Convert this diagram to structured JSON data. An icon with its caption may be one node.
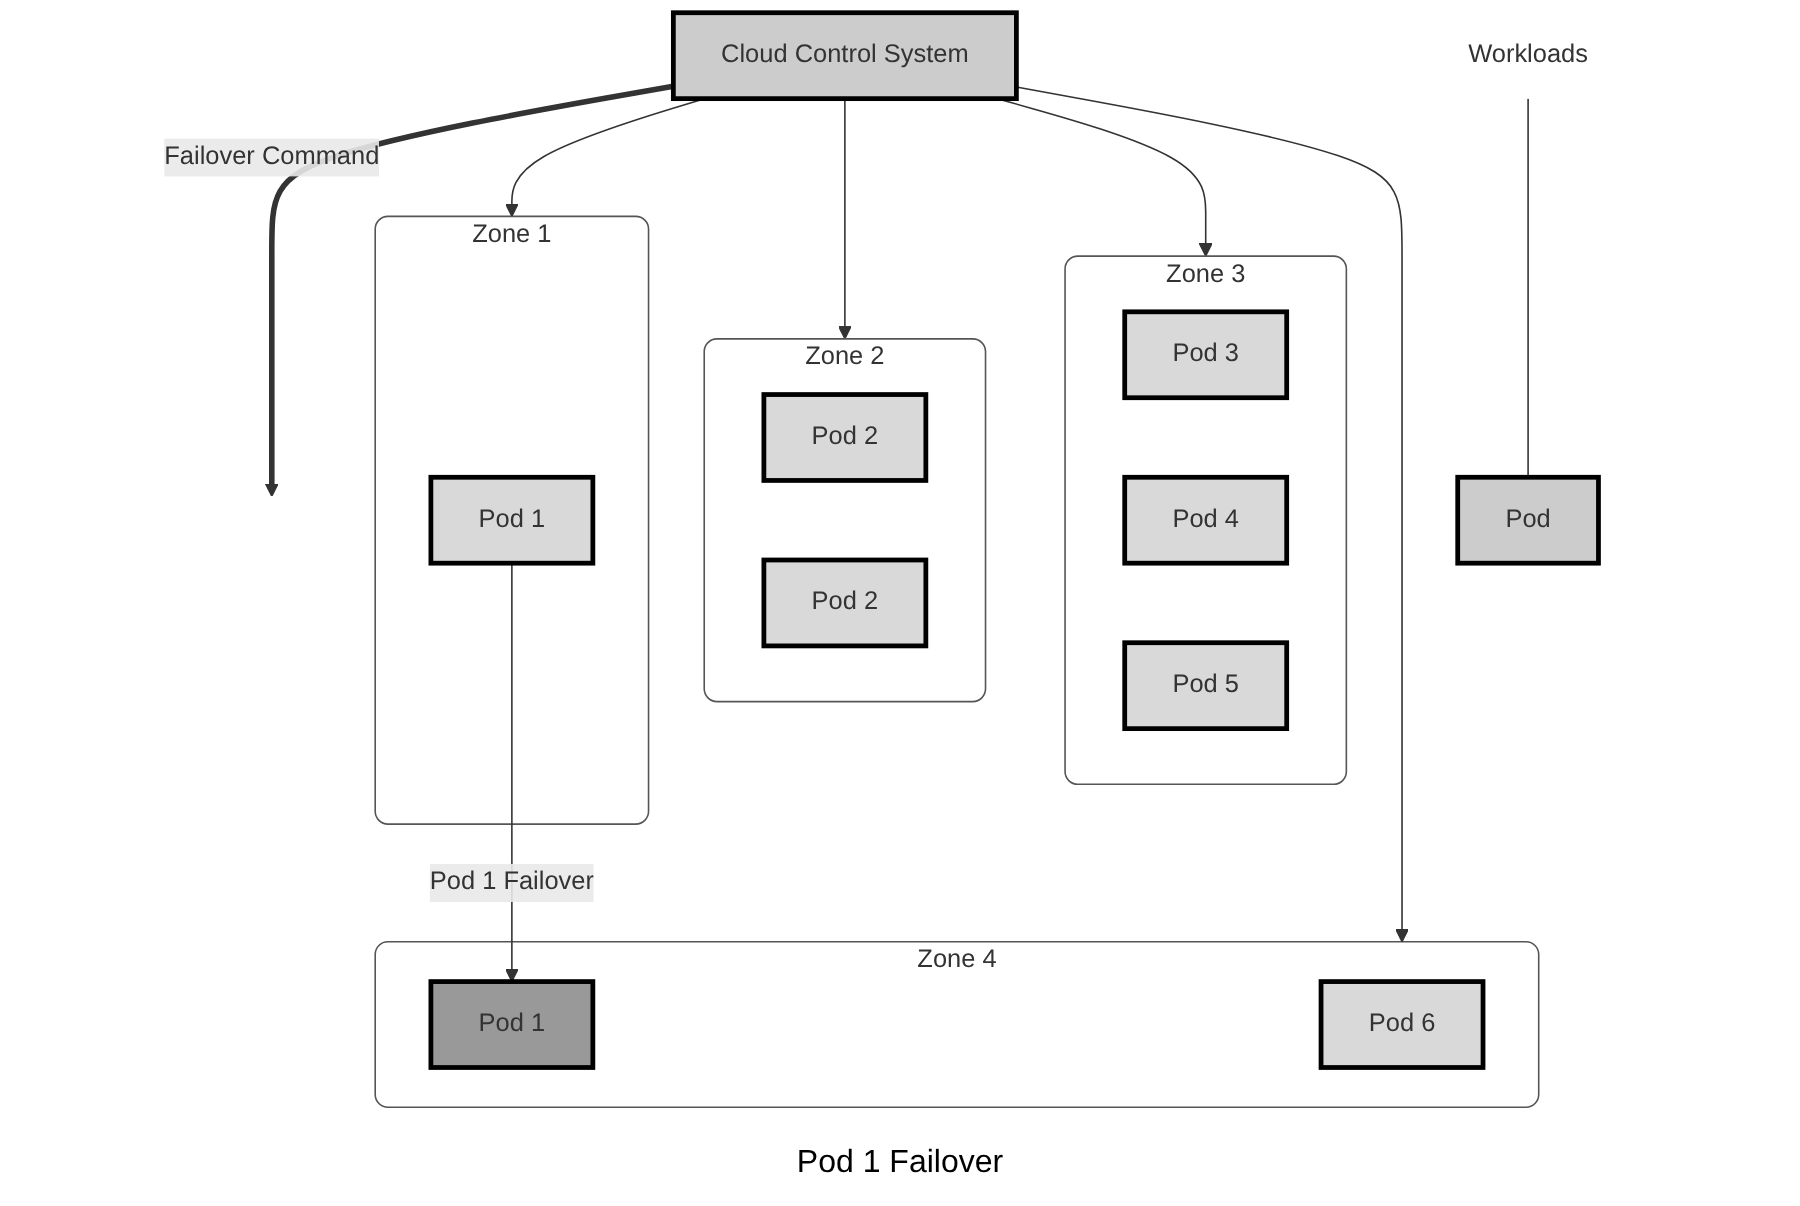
{
  "diagram": {
    "nodes": [
      {
        "text": [
          "Cloud Control System"
        ]
      },
      {
        "text": [
          "Zone 1"
        ]
      },
      {
        "text": [
          "Pod 1"
        ],
        "in": 1
      },
      {
        "text": [
          "Zone 2"
        ]
      },
      {
        "text": [
          "Pod 2"
        ],
        "in": 3
      },
      {
        "text": [
          "Pod 2"
        ],
        "in": 3
      },
      {
        "text": [
          "Zone 3"
        ]
      },
      {
        "text": [
          "Pod 3"
        ],
        "in": 6
      },
      {
        "text": [
          "Pod 4"
        ],
        "in": 6
      },
      {
        "text": [
          "Pod 5"
        ],
        "in": 6
      },
      {
        "text": [
          "Zone 4"
        ]
      },
      {
        "text": [
          "Pod 6"
        ],
        "in": 10
      },
      {
        "text": [
          "Pod 1"
        ],
        "in": 10
      },
      {
        "text": [
          "Pod"
        ]
      },
      {
        "text": [
          "Workloads"
        ]
      }
    ],
    "edges": [
      {
        "from": 0,
        "to": 1,
        "arrow": "to"
      },
      {
        "from": 0,
        "to": 3,
        "arrow": "to"
      },
      {
        "from": 0,
        "to": 6,
        "arrow": "to"
      },
      {
        "from": 0,
        "to": 10,
        "arrow": "to"
      },
      {
        "from": 0,
        "to": null,
        "arrow": "to",
        "label": "Failover Command",
        "style": "thick"
      },
      {
        "from": 2,
        "to": 12,
        "arrow": "to",
        "label": "Pod 1 Failover"
      },
      {
        "from": 14,
        "to": 13,
        "arrow": "none"
      }
    ],
    "labels": [
      "Pod 1 Failover"
    ]
  }
}
